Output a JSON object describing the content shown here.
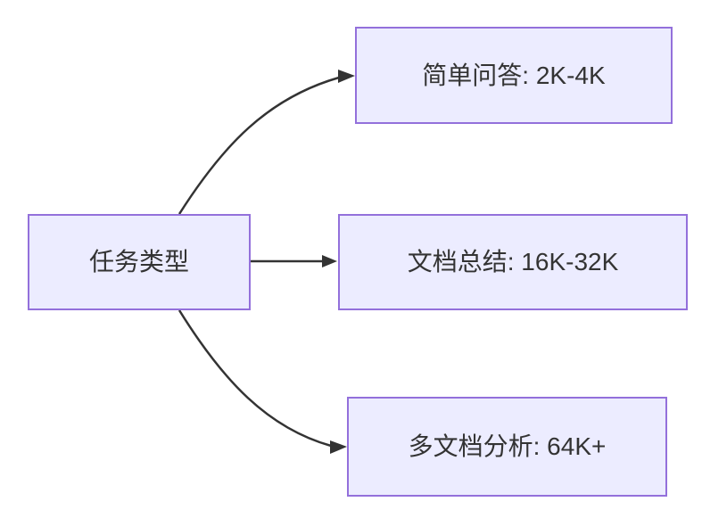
{
  "diagram": {
    "type": "flowchart-left-to-right",
    "colors": {
      "background": "#FFFFFF",
      "node_fill": "#ECECFF",
      "node_border": "#9370DB",
      "edge": "#333333",
      "text": "#333333"
    },
    "nodes": {
      "root": {
        "label": "任务类型"
      },
      "children": [
        {
          "label": "简单问答: 2K-4K"
        },
        {
          "label": "文档总结: 16K-32K"
        },
        {
          "label": "多文档分析: 64K+"
        }
      ]
    },
    "edges": [
      {
        "from": "任务类型",
        "to": "简单问答: 2K-4K"
      },
      {
        "from": "任务类型",
        "to": "文档总结: 16K-32K"
      },
      {
        "from": "任务类型",
        "to": "多文档分析: 64K+"
      }
    ]
  }
}
